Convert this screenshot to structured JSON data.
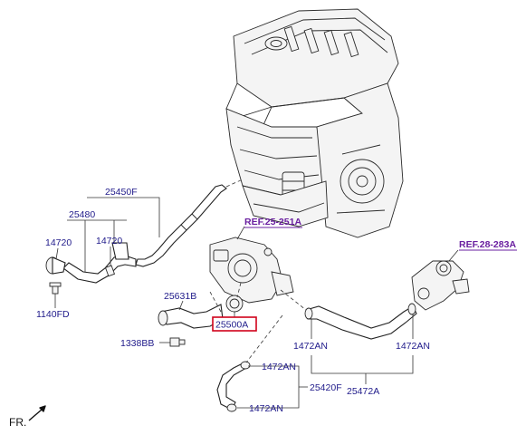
{
  "colors": {
    "label_text": "#1f1a8a",
    "reference_text": "#6a1fa0",
    "highlight_box": "#d0021b",
    "line_art": "#222222"
  },
  "labels": {
    "p25450F": "25450F",
    "p25480": "25480",
    "p14720_left": "14720",
    "p14720_right": "14720",
    "p1140FD": "1140FD",
    "p25631B": "25631B",
    "p25500A": "25500A",
    "p1338BB": "1338BB",
    "p1472AN_mid": "1472AN",
    "p1472AN_right": "1472AN",
    "p1472AN_low_upper": "1472AN",
    "p1472AN_low_lower": "1472AN",
    "p25420F": "25420F",
    "p25472A": "25472A"
  },
  "references": {
    "ref_25_251A": "REF.25-251A",
    "ref_28_283A": "REF.28-283A"
  },
  "orientation": {
    "front_label": "FR.",
    "icon": "front-arrow-icon"
  },
  "highlighted_part": "25500A"
}
